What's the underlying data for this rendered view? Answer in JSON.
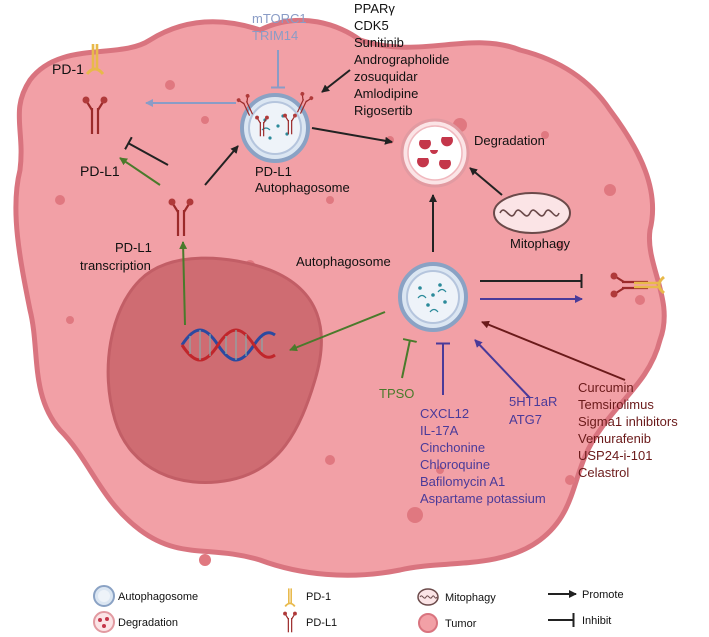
{
  "colors": {
    "cell_fill": "#f2a0a6",
    "cell_stroke": "#d9747f",
    "nucleus_fill": "#cf6c72",
    "black": "#222222",
    "inhibit_gray": "#8a9cc6",
    "green": "#4a7a2b",
    "purple": "#4a3a99",
    "brown": "#6b1a1a",
    "pd1_gold": "#e8b94a",
    "pdl1_red": "#9b2a2a"
  },
  "labels": {
    "pd1": "PD-1",
    "pdl1_membrane": "PD-L1",
    "pdl1_autophagosome_line1": "PD-L1",
    "pdl1_autophagosome_line2": "Autophagosome",
    "pdl1_transcription_line1": "PD-L1",
    "pdl1_transcription_line2": "transcription",
    "degradation": "Degradation",
    "mitophagy": "Mitophagy",
    "autophagosome": "Autophagosome",
    "tpso": "TPSO"
  },
  "mtor_group": [
    "mTORC1",
    "TRIM14"
  ],
  "promote_top_group": [
    "PPARγ",
    "CDK5",
    "Sunitinib",
    "Andrographolide",
    "zosuquidar",
    "Amlodipine",
    "Rigosertib"
  ],
  "purple_inhibit_group": [
    "CXCL12",
    "IL-17A",
    "Cinchonine",
    "Chloroquine",
    "Bafilomycin A1",
    "Aspartame potassium"
  ],
  "purple_promote_group": [
    "5HT1aR",
    "ATG7"
  ],
  "brown_group": [
    "Curcumin",
    "Temsirolimus",
    "Sigma1 inhibitors",
    "Vemurafenib",
    "USP24-i-101",
    "Celastrol"
  ],
  "legend": {
    "autophagosome": "Autophagosome",
    "degradation": "Degradation",
    "pd1": "PD-1",
    "pdl1": "PD-L1",
    "mitophagy": "Mitophagy",
    "tumor": "Tumor",
    "promote": "Promote",
    "inhibit": "Inhibit"
  }
}
